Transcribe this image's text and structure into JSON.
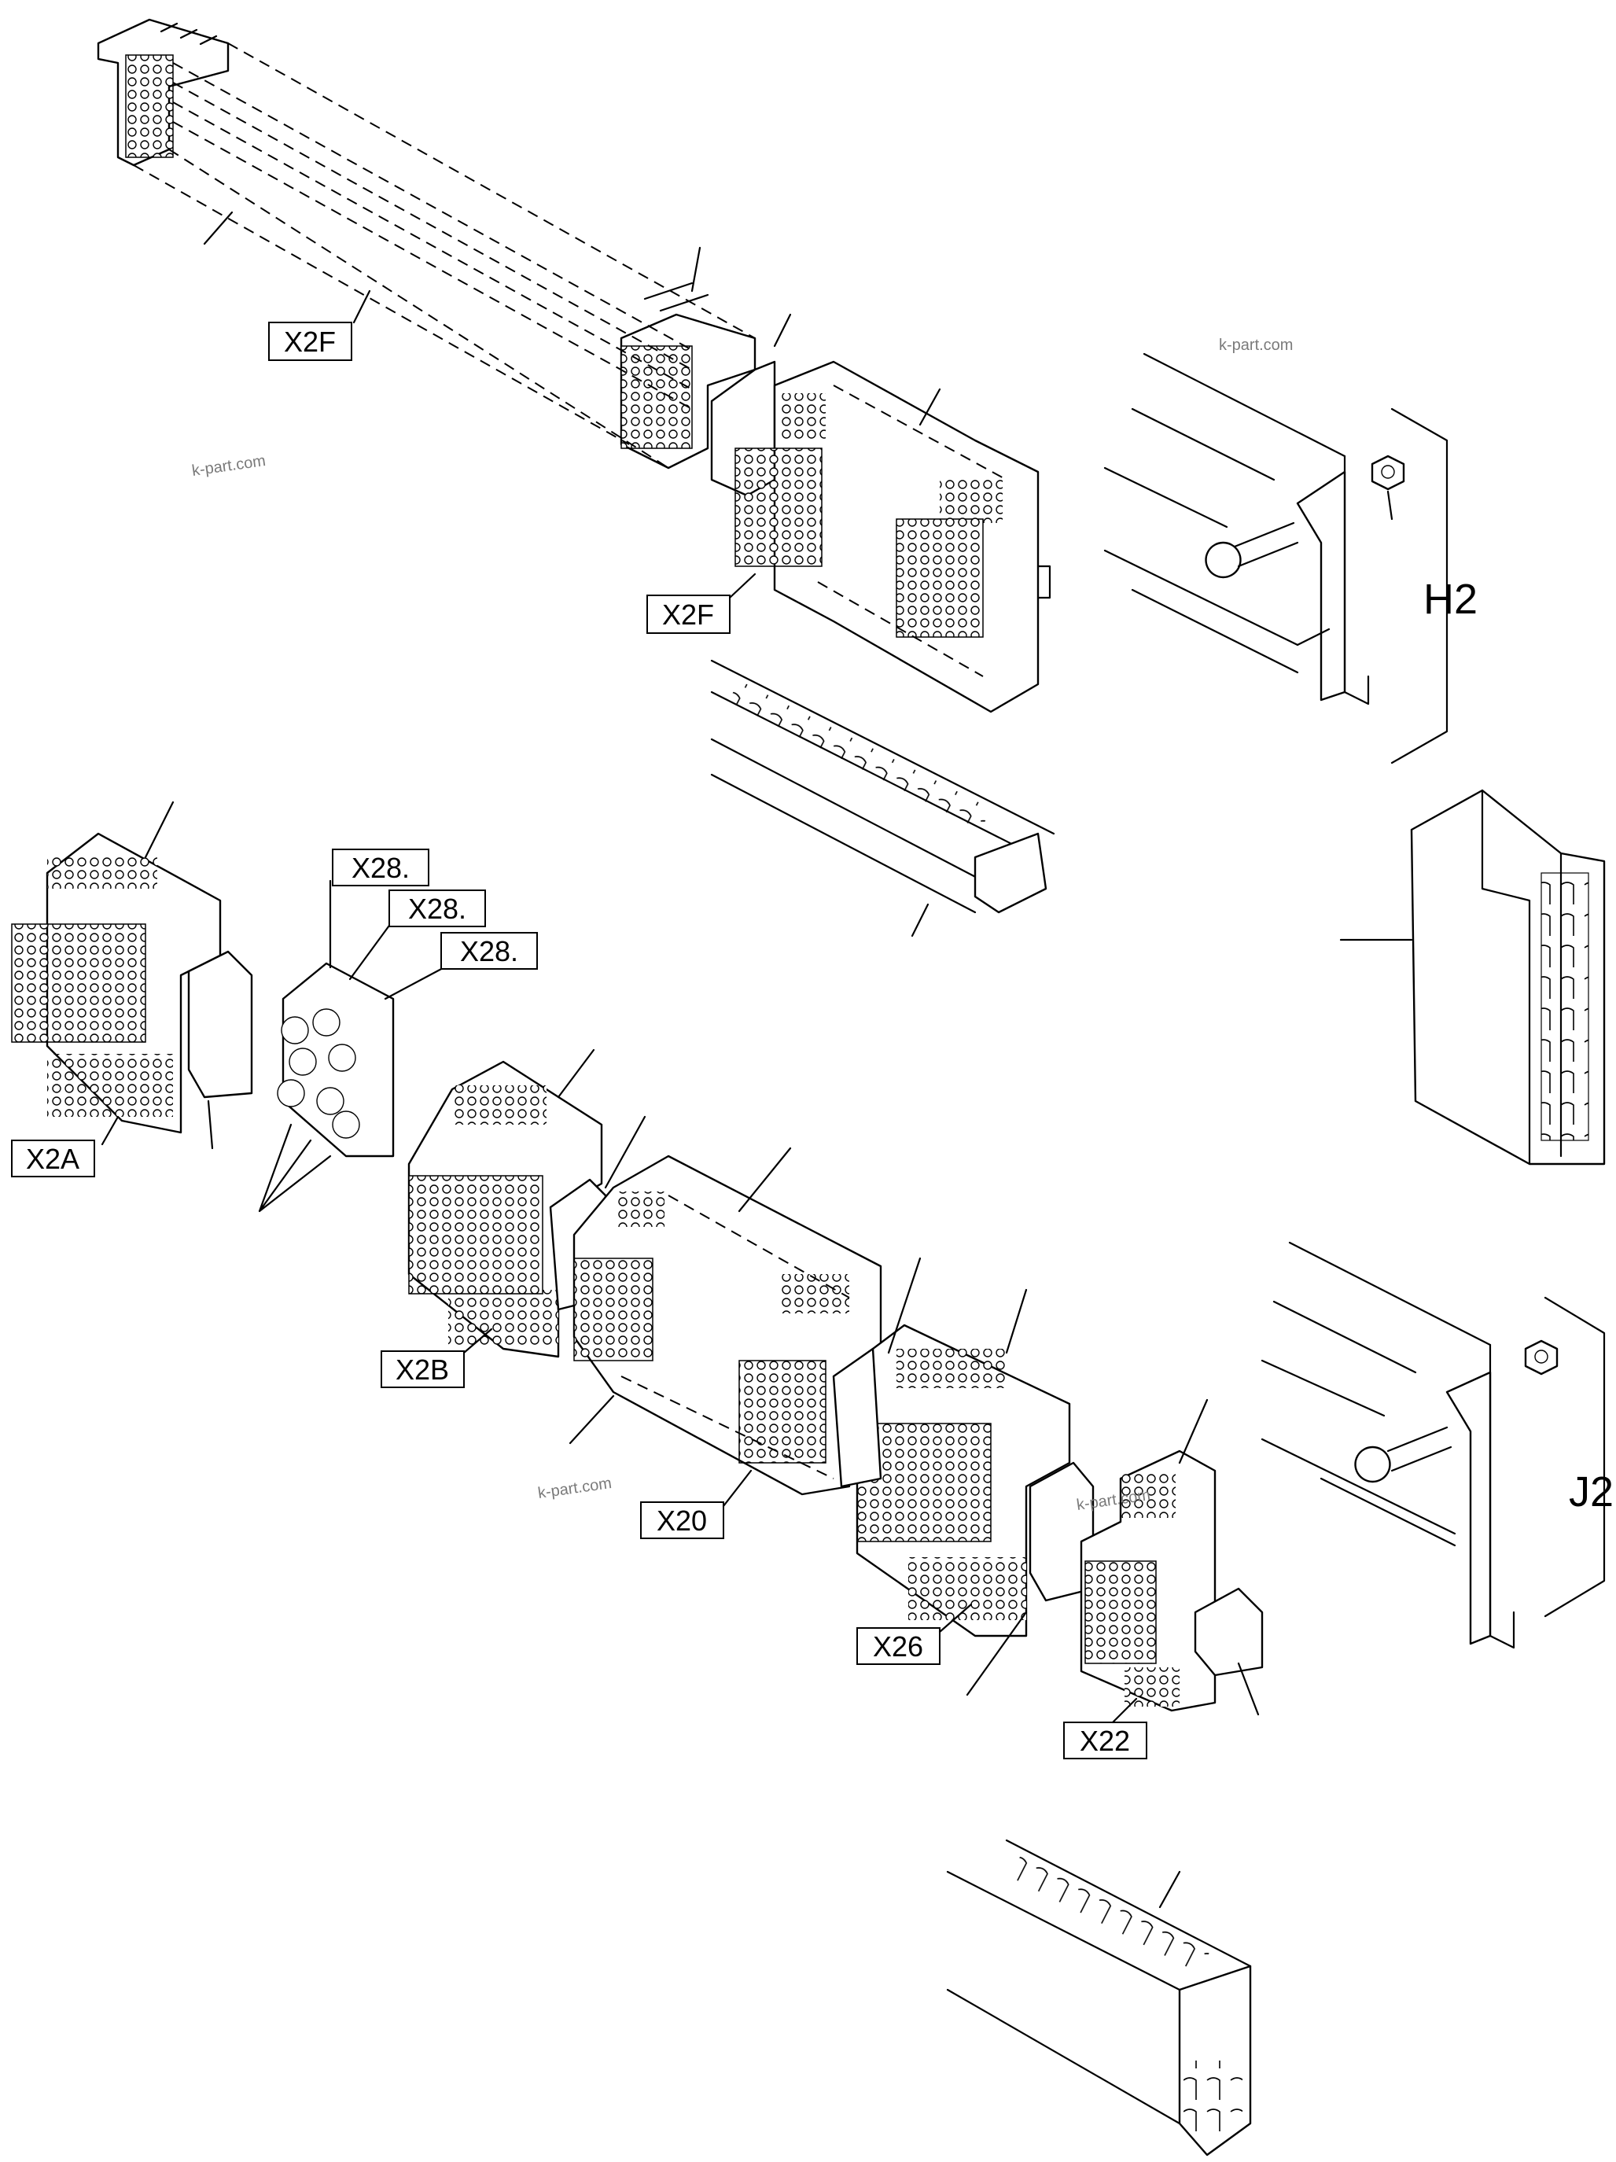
{
  "labels": {
    "x2f_top": "X2F",
    "x2f_mid": "X2F",
    "x28_a": "X28.",
    "x28_b": "X28.",
    "x28_c": "X28.",
    "x2a": "X2A",
    "x2b": "X2B",
    "x20": "X20",
    "x26": "X26",
    "x22": "X22",
    "h2": "H2",
    "j2": "J2"
  },
  "watermarks": {
    "w1": "k-part.com",
    "w2": "k-part.com",
    "w3": "k-part.com",
    "w4": "k-part.com"
  }
}
